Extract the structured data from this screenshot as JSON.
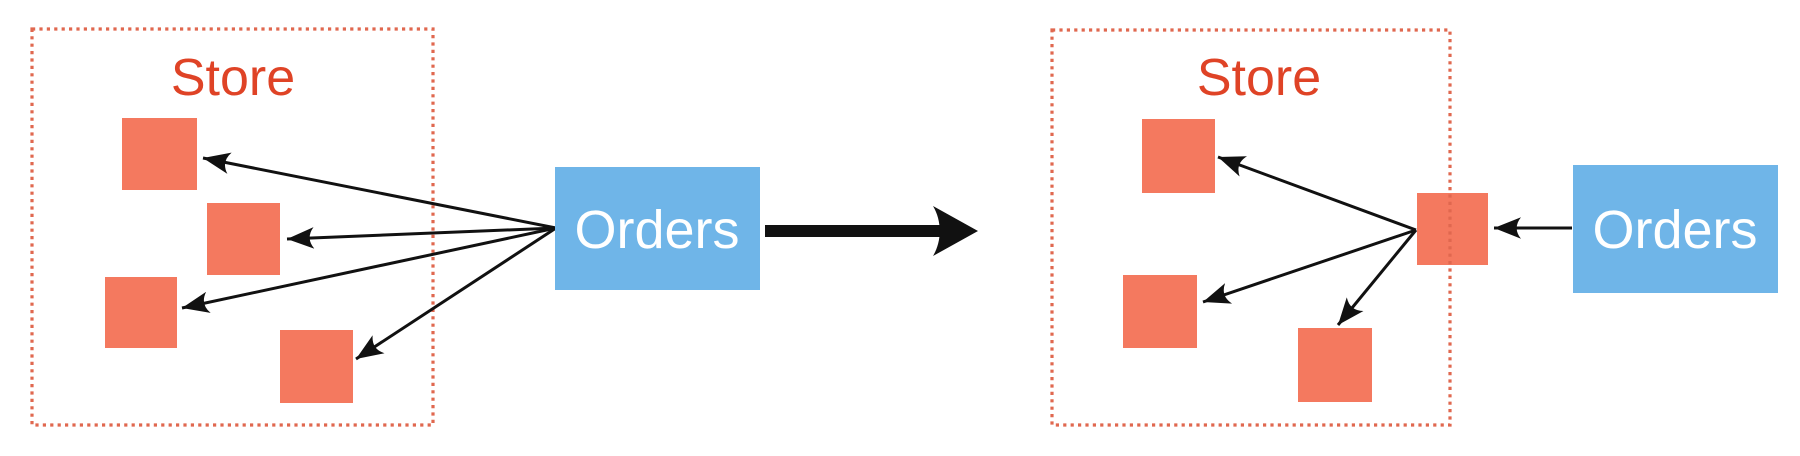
{
  "diagram": {
    "left_panel": {
      "store_label": "Store",
      "orders_label": "Orders",
      "record_square_count": 4,
      "arrow_count": 4
    },
    "right_panel": {
      "store_label": "Store",
      "orders_label": "Orders",
      "record_square_count": 3,
      "dispatcher_square_count": 1,
      "arrow_count": 4
    },
    "colors": {
      "square": "#f4795f",
      "store_border": "#e0684f",
      "store_text": "#df4326",
      "orders_box": "#6fb5e8",
      "orders_text": "#ffffff",
      "arrow": "#111111",
      "background": "#ffffff"
    }
  }
}
